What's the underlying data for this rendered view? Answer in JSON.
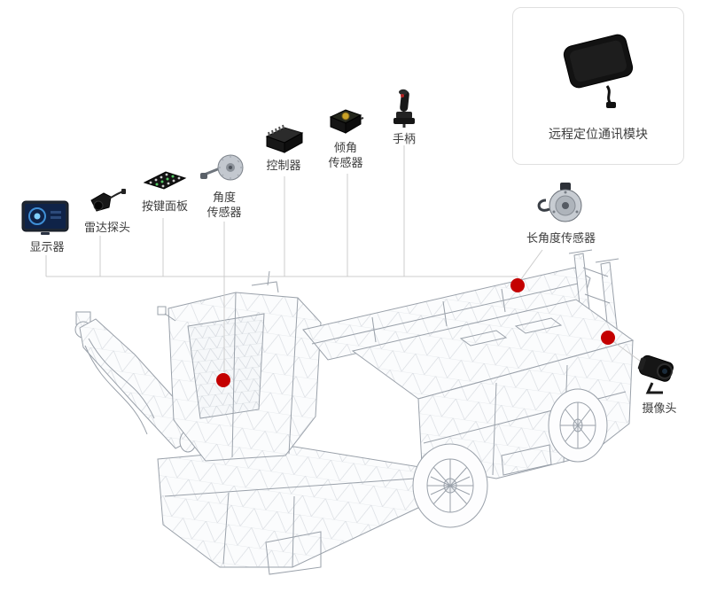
{
  "page": {
    "background": "#ffffff"
  },
  "colors": {
    "marker_red": "#c40000",
    "connector_gray": "#cccccc",
    "label_color": "#3d3d3d",
    "box_border": "#e0e0e0"
  },
  "components": {
    "display": {
      "label": "显示器"
    },
    "radar_probe": {
      "label": "雷达探头"
    },
    "keypad": {
      "label": "按键面板"
    },
    "angle_sensor": {
      "label": "角度\n传感器"
    },
    "controller": {
      "label": "控制器"
    },
    "tilt_sensor": {
      "label": "倾角\n传感器"
    },
    "handle": {
      "label": "手柄"
    },
    "remote_module": {
      "label": "远程定位通讯模块"
    },
    "long_angle_sensor": {
      "label": "长角度传感器"
    },
    "camera": {
      "label": "摄像头"
    }
  },
  "icons": {
    "display": "monitor-icon",
    "radar_probe": "radar-probe-icon",
    "keypad": "keypad-icon",
    "angle_sensor": "angle-sensor-icon",
    "controller": "controller-box-icon",
    "tilt_sensor": "tilt-sensor-icon",
    "handle": "joystick-icon",
    "remote_module": "gps-module-icon",
    "long_angle_sensor": "cable-angle-sensor-icon",
    "camera": "rear-camera-icon"
  },
  "markers": {
    "count": 3
  }
}
